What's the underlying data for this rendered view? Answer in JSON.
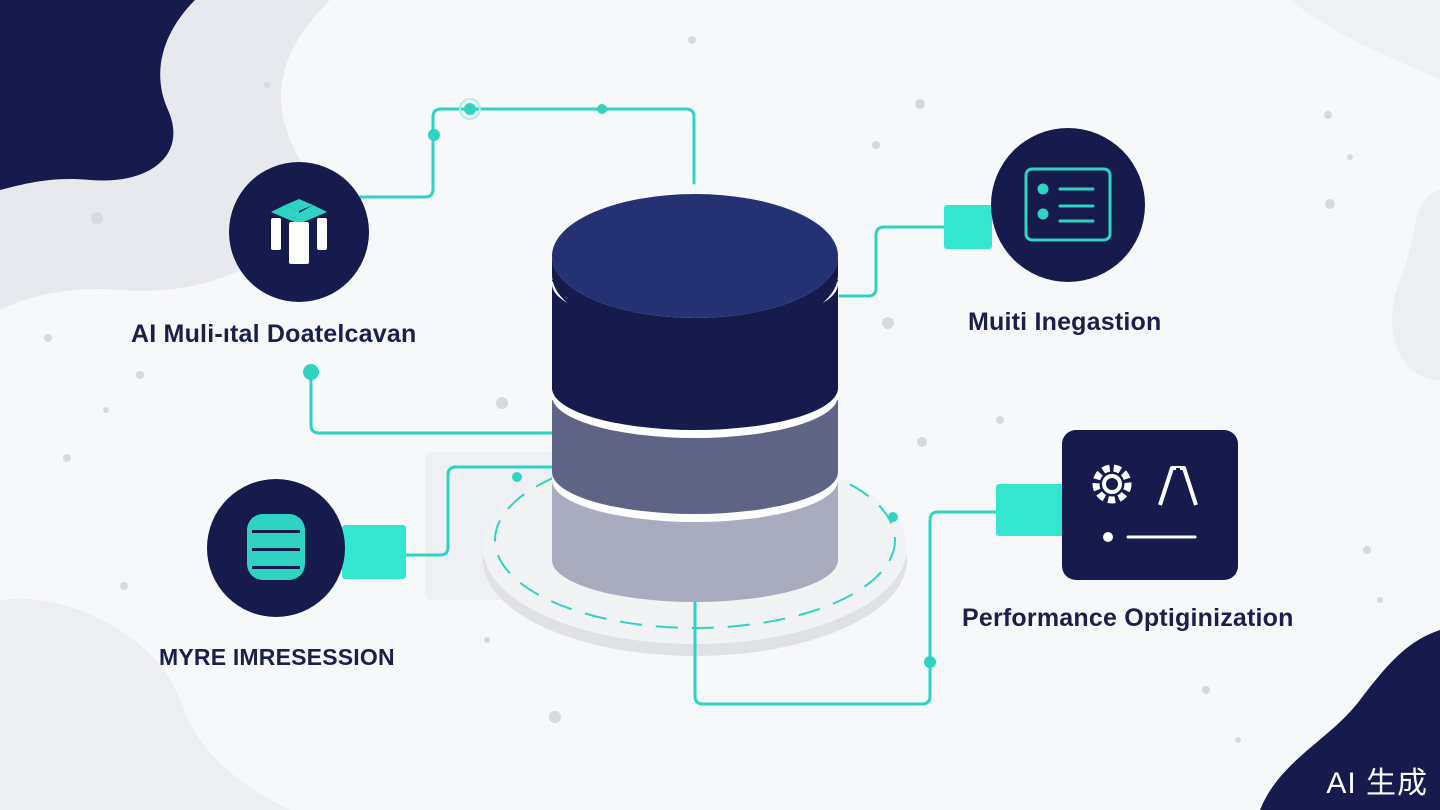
{
  "diagram": {
    "nodes": [
      {
        "id": "top-left",
        "label": "AI Muli-ıtal Doatelcavan",
        "icon": "cube-icon"
      },
      {
        "id": "top-right",
        "label": "Muiti Inegastion",
        "icon": "list-panel-icon"
      },
      {
        "id": "bottom-left",
        "label": "MYRE IMRESESSION",
        "icon": "database-icon"
      },
      {
        "id": "bottom-right",
        "label": "Performance Optiginization",
        "icon": "gear-settings-icon"
      }
    ],
    "center": {
      "icon": "database-cylinder-icon"
    },
    "colors": {
      "navy": "#1b1f4a",
      "teal": "#2fd3c2",
      "accent_teal": "#33e6cf",
      "background": "#f7f8fa"
    }
  },
  "watermark": "AI 生成"
}
